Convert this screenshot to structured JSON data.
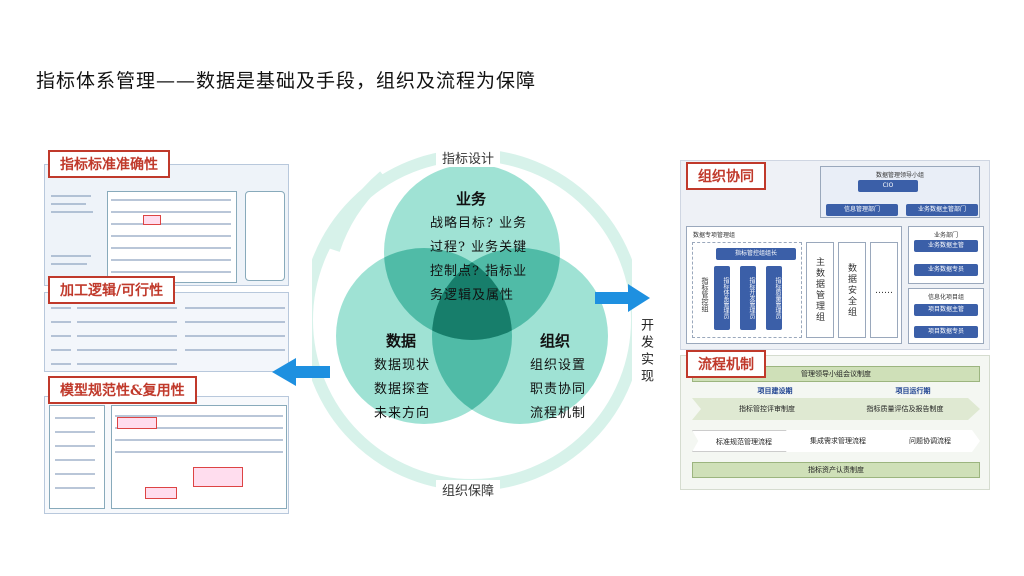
{
  "title": "指标体系管理——数据是基础及手段，组织及流程为保障",
  "left": {
    "label1": "指标标准准确性",
    "label2": "加工逻辑/可行性",
    "label3": "模型规范性&复用性"
  },
  "center": {
    "ring_top": "指标设计",
    "ring_bottom": "组织保障",
    "business": {
      "title": "业务",
      "lines": [
        "战略目标? 业务",
        "过程? 业务关键",
        "控制点? 指标业",
        "务逻辑及属性"
      ]
    },
    "data": {
      "title": "数据",
      "lines": [
        "数据现状",
        "数据探查",
        "未来方向"
      ]
    },
    "org": {
      "title": "组织",
      "lines": [
        "组织设置",
        "职责协同",
        "流程机制"
      ]
    }
  },
  "right_vertical": "开发实现",
  "right": {
    "label_org": "组织协同",
    "label_flow": "流程机制",
    "org_chart": {
      "top_group": "数据管理领导小组",
      "cio": "CIO",
      "info_dept": "信息管理部门",
      "biz_dept": "业务数据主管部门",
      "group_title": "数据专项管理组",
      "lead": "指标管控组组长",
      "col1": "指标管控组",
      "sub1": "指标体系管理员",
      "sub2": "指标开发管理员",
      "sub3": "指标质量管理员",
      "col2": "主数据管理组",
      "col3": "数据安全组",
      "col4": "……",
      "biz_unit": "业务部门",
      "biz_owner": "业务数据主管",
      "biz_spec": "业务数据专员",
      "it_group": "信息化项目组",
      "it_owner": "项目数据主管",
      "it_spec": "项目数据专员"
    },
    "flow": {
      "top_bar": "管理领导小组会议制度",
      "phase1": "项目建设期",
      "phase2": "项目运行期",
      "chev1": "指标管控评审制度",
      "chev2": "指标质量评估及报告制度",
      "p1": "标准规范管理流程",
      "p2": "集成需求管理流程",
      "p3": "问题协调流程",
      "bottom_bar": "指标资产认责制度"
    }
  },
  "colors": {
    "circle": "#5fcfb8",
    "overlap": "#1f9c86",
    "center": "#0f6e5c",
    "arrow": "#1e90e0",
    "ring": "#d7f2ea",
    "red": "#c0392b"
  }
}
